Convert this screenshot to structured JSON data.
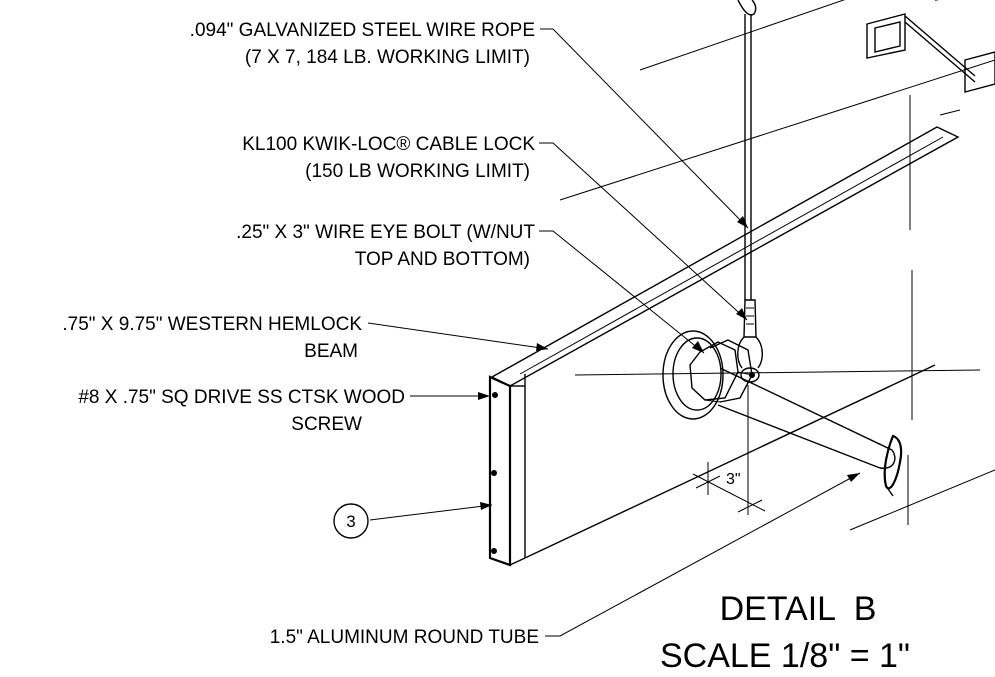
{
  "callouts": [
    {
      "id": "wire-rope",
      "lines": [
        ".094\" GALVANIZED STEEL WIRE ROPE",
        "(7 X 7, 184 LB. WORKING LIMIT)"
      ]
    },
    {
      "id": "cable-lock",
      "lines": [
        "KL100 KWIK-LOC® CABLE LOCK",
        "(150 LB WORKING LIMIT)"
      ]
    },
    {
      "id": "eye-bolt",
      "lines": [
        ".25\" X 3\" WIRE EYE BOLT (W/NUT",
        "TOP AND BOTTOM)"
      ]
    },
    {
      "id": "hemlock-beam",
      "lines": [
        ".75\" X 9.75\" WESTERN HEMLOCK",
        "BEAM"
      ]
    },
    {
      "id": "wood-screw",
      "lines": [
        "#8 X .75\" SQ DRIVE SS CTSK WOOD",
        "SCREW"
      ]
    },
    {
      "id": "aluminum-tube",
      "lines": [
        "1.5\" ALUMINUM ROUND TUBE"
      ]
    }
  ],
  "dimension_label": "3\"",
  "detail_bubble": "3",
  "detail_title": "DETAIL  B",
  "detail_scale": "SCALE 1/8\" = 1\""
}
